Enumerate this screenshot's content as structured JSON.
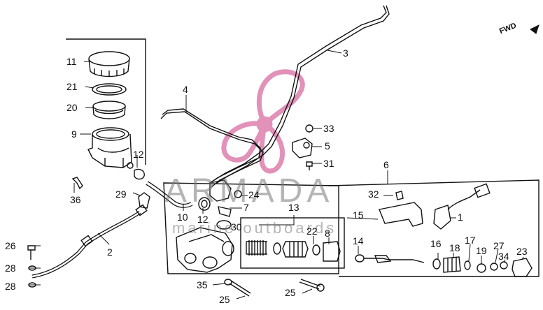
{
  "diagram": {
    "watermark": {
      "title": "ARMADA",
      "subtitle": "marine outboards",
      "logo_color": "#e291b8"
    },
    "direction_label": "FWD",
    "part_labels": {
      "p1": "1",
      "p2": "2",
      "p3": "3",
      "p4": "4",
      "p5": "5",
      "p6": "6",
      "p7": "7",
      "p8": "8",
      "p9": "9",
      "p10": "10",
      "p11": "11",
      "p12a": "12",
      "p12b": "12",
      "p13": "13",
      "p14": "14",
      "p15": "15",
      "p16": "16",
      "p17": "17",
      "p18": "18",
      "p19": "19",
      "p20": "20",
      "p21": "21",
      "p22": "22",
      "p23": "23",
      "p24": "24",
      "p25a": "25",
      "p25b": "25",
      "p26": "26",
      "p27": "27",
      "p28a": "28",
      "p28b": "28",
      "p29": "29",
      "p30": "30",
      "p31": "31",
      "p32": "32",
      "p33": "33",
      "p34": "34",
      "p35": "35",
      "p36": "36"
    }
  }
}
